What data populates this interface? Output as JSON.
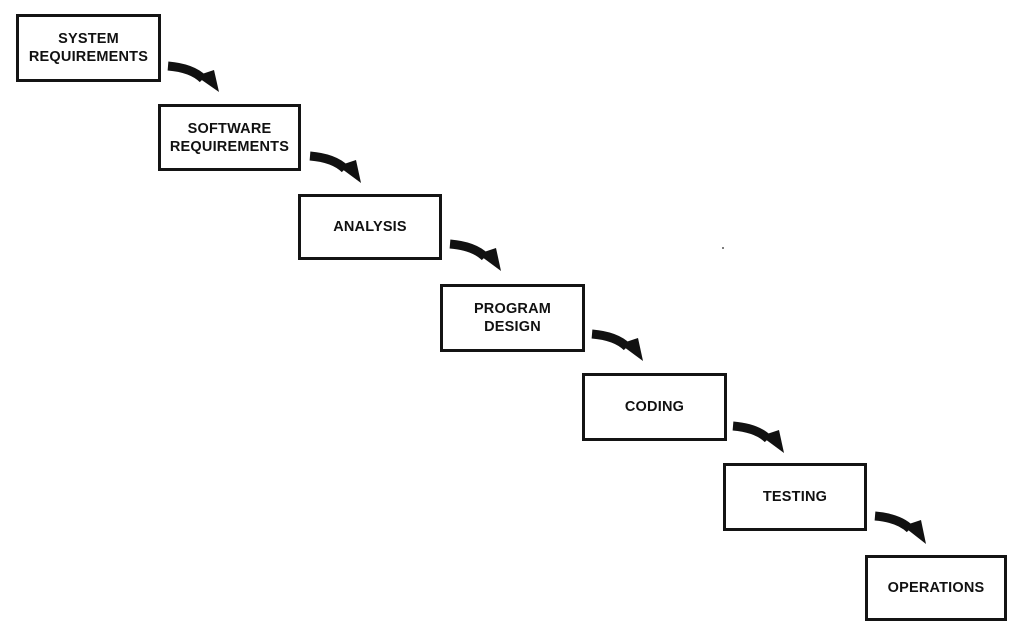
{
  "diagram": {
    "stages": [
      {
        "id": "system-requirements",
        "label": "SYSTEM\nREQUIREMENTS"
      },
      {
        "id": "software-requirements",
        "label": "SOFTWARE\nREQUIREMENTS"
      },
      {
        "id": "analysis",
        "label": "ANALYSIS"
      },
      {
        "id": "program-design",
        "label": "PROGRAM\nDESIGN"
      },
      {
        "id": "coding",
        "label": "CODING"
      },
      {
        "id": "testing",
        "label": "TESTING"
      },
      {
        "id": "operations",
        "label": "OPERATIONS"
      }
    ],
    "flow": [
      "system-requirements",
      "software-requirements",
      "analysis",
      "program-design",
      "coding",
      "testing",
      "operations"
    ],
    "colors": {
      "stroke": "#141414",
      "arrow": "#111111",
      "background": "#ffffff"
    }
  }
}
